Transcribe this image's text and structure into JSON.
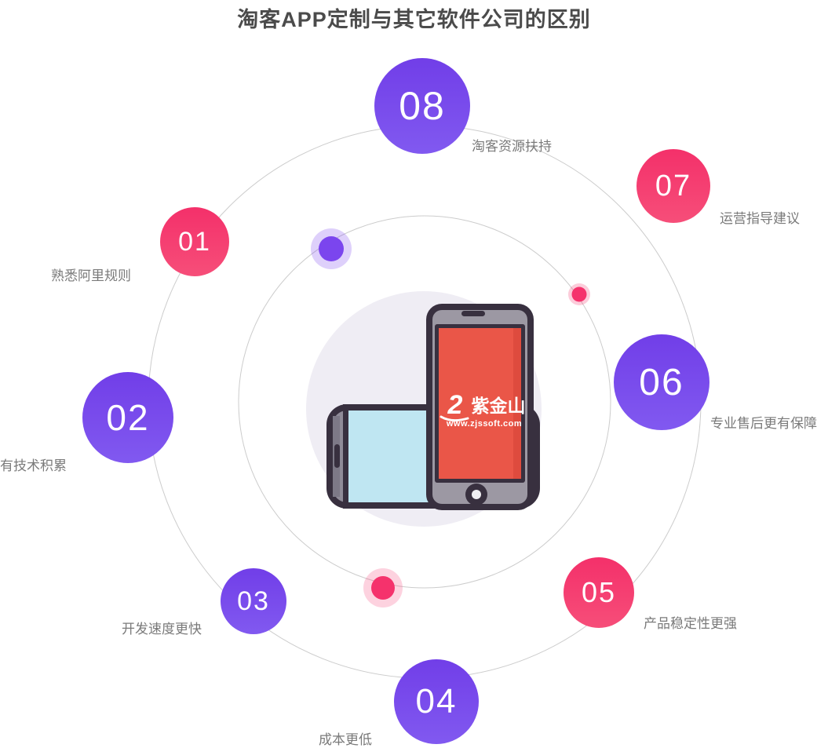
{
  "title": "淘客APP定制与其它软件公司的区别",
  "items": [
    {
      "number": "01",
      "label": "熟悉阿里规则",
      "color": "pink"
    },
    {
      "number": "02",
      "label": "有技术积累",
      "color": "purple"
    },
    {
      "number": "03",
      "label": "开发速度更快",
      "color": "purple"
    },
    {
      "number": "04",
      "label": "成本更低",
      "color": "purple"
    },
    {
      "number": "05",
      "label": "产品稳定性更强",
      "color": "pink"
    },
    {
      "number": "06",
      "label": "专业售后更有保障",
      "color": "purple"
    },
    {
      "number": "07",
      "label": "运营指导建议",
      "color": "pink"
    },
    {
      "number": "08",
      "label": "淘客资源扶持",
      "color": "purple"
    }
  ],
  "center_logo": {
    "mark_glyph": "2",
    "brand": "紫金山",
    "url": "www.zjssoft.com"
  },
  "colors": {
    "purple_bubble": "#7445ec",
    "pink_bubble": "#f43a6e",
    "orbit_line": "#cccccc",
    "label_text": "#7a7a7a",
    "title_text": "#4b4b4b",
    "phone_outline": "#38303f",
    "phone_screen_red": "#ea5648",
    "phone_screen_blue": "#bfe6f2",
    "backdrop_circle": "#efedf4",
    "decor_dot_purple": "#7b45ee",
    "decor_dot_pink": "#f5326c"
  }
}
